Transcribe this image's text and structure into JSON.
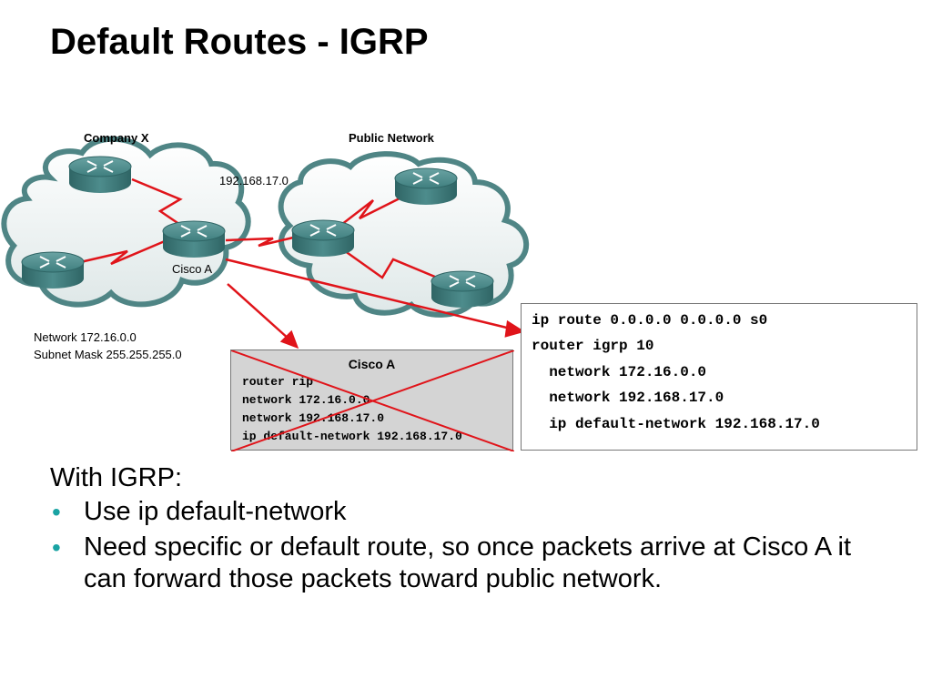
{
  "slide": {
    "title": "Default Routes - IGRP"
  },
  "diagram": {
    "company_label": "Company X",
    "public_label": "Public Network",
    "link_network_label": "192.168.17.0",
    "router_label": "Cisco A",
    "network_info": [
      "Network 172.16.0.0",
      "Subnet Mask 255.255.255.0"
    ],
    "old_config": {
      "title": "Cisco A",
      "lines": [
        "router rip",
        "network 172.16.0.0",
        "network 192.168.17.0",
        "ip default-network 192.168.17.0"
      ],
      "status": "crossed-out"
    },
    "new_config": {
      "lines": [
        "ip route 0.0.0.0 0.0.0.0 s0",
        "router igrp 10",
        "  network 172.16.0.0",
        "  network 192.168.17.0",
        "  ip default-network 192.168.17.0"
      ]
    },
    "colors": {
      "link": "#e0141a",
      "cloud_fill": "#e6eeee",
      "router": "#3f7f7f",
      "bullet": "#1aa3a3"
    }
  },
  "body": {
    "intro": "With IGRP:",
    "bullets": [
      "Use ip default-network",
      "Need specific or default route, so once packets arrive at Cisco A it can forward those packets toward public network."
    ]
  }
}
